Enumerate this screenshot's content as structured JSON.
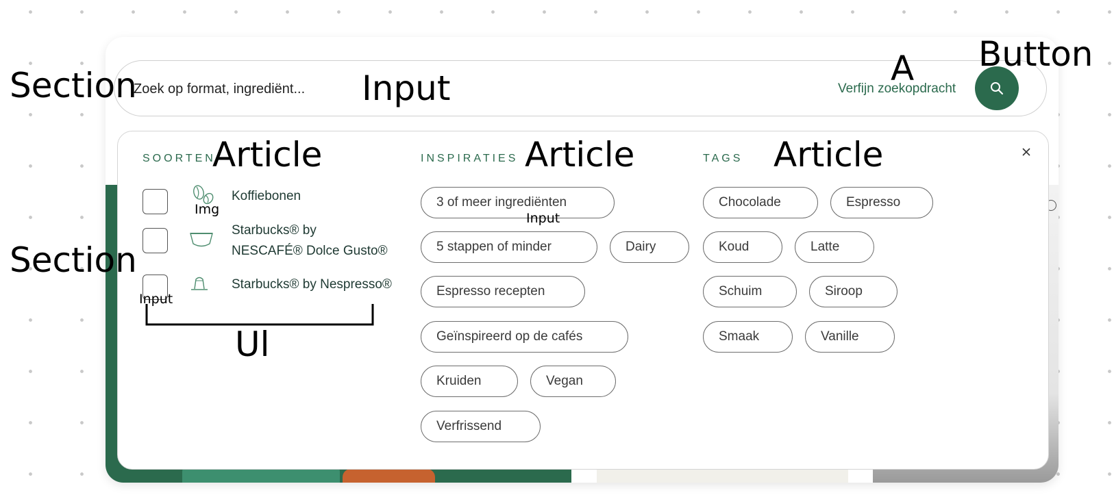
{
  "annotations": {
    "section_top": "Section",
    "section_middle": "Section",
    "input_search": "Input",
    "link": "A",
    "button": "Button",
    "article_soorten": "Article",
    "article_inspiraties": "Article",
    "article_tags": "Article",
    "img": "Img",
    "input_pill": "Input",
    "input_checkbox": "Input",
    "list": "Ul"
  },
  "search": {
    "placeholder": "Zoek op format, ingrediënt...",
    "refine_label": "Verfijn zoekopdracht",
    "button_icon": "search-icon"
  },
  "filters": {
    "soorten": {
      "heading": "SOORTEN",
      "items": [
        {
          "line1": "Koffiebonen",
          "line2": "",
          "icon": "coffee-beans-icon",
          "checked": false
        },
        {
          "line1": "Starbucks® by",
          "line2": "NESCAFÉ® Dolce Gusto®",
          "icon": "dolce-gusto-capsule-icon",
          "checked": false
        },
        {
          "line1": "Starbucks® by Nespresso®",
          "line2": "",
          "icon": "nespresso-capsule-icon",
          "checked": false
        }
      ]
    },
    "inspiraties": {
      "heading": "INSPIRATIES",
      "pills": [
        "3 of meer ingrediënten",
        "5 stappen of minder",
        "Dairy",
        "Espresso recepten",
        "Geïnspireerd op de cafés",
        "Kruiden",
        "Vegan",
        "Verfrissend"
      ]
    },
    "tags": {
      "heading": "TAGS",
      "pills": [
        "Chocolade",
        "Espresso",
        "Koud",
        "Latte",
        "Schuim",
        "Siroop",
        "Smaak",
        "Vanille"
      ]
    }
  },
  "colors": {
    "brand_green": "#2b6a4d",
    "heading_green": "#2b6a4d",
    "text_dark": "#1e3932"
  }
}
